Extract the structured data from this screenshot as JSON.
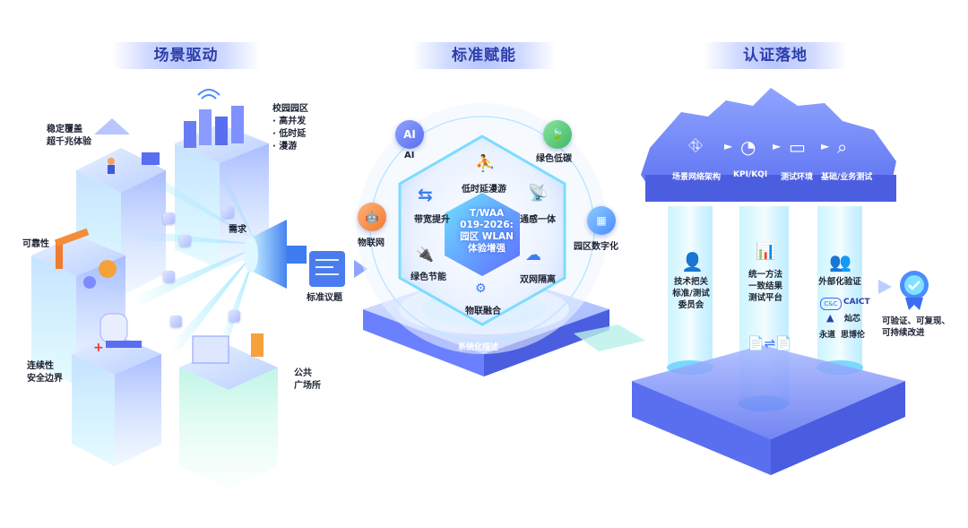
{
  "sections": {
    "scene": "场景驱动",
    "standard": "标准赋能",
    "cert": "认证落地"
  },
  "scene_labels": {
    "stable_line1": "稳定覆盖",
    "stable_line2": "超千兆体验",
    "campus_title": "校园园区",
    "campus_points": [
      "· 高并发",
      "· 低时延",
      "· 漫游"
    ],
    "reliability": "可靠性",
    "demand": "需求",
    "security_line1": "连续性",
    "security_line2": "安全边界",
    "public_line1": "公共",
    "public_line2": "广场所",
    "topic": "标准议题"
  },
  "hexagon": {
    "center_lines": [
      "T/WAA",
      "019-2026:",
      "园区 WLAN",
      "体验增强"
    ],
    "items": {
      "low_latency": "低时延漫游",
      "bandwidth": "带宽提升",
      "perception": "通感一体",
      "green": "绿色节能",
      "dual_net": "双网隔离",
      "iot_fusion": "物联融合"
    },
    "outer": {
      "ai_icon": "AI",
      "ai": "AI",
      "green_low_carbon": "绿色低碳",
      "iot": "物联网",
      "campus_digital": "园区数字化"
    },
    "platform_label": "系统化描述"
  },
  "cert_top_steps": [
    "场景网络架构",
    "KPI/KQI",
    "测试环境",
    "基础/业务测试"
  ],
  "pillars": {
    "left": [
      "技术把关",
      "标准/测试",
      "委员会"
    ],
    "middle": [
      "统一方法",
      "一致结果",
      "测试平台"
    ],
    "right_title": "外部化验证",
    "right_orgs": [
      "CAICT",
      "灿芯",
      "永道",
      "思博伦"
    ]
  },
  "result": [
    "可验证、可复现、",
    "可持续改进"
  ],
  "colors": {
    "accent_blue": "#2c3ea8",
    "platform": "#5d74ff",
    "cyan": "#58d6f0",
    "green": "#4bc36a",
    "orange": "#f07b2c"
  }
}
